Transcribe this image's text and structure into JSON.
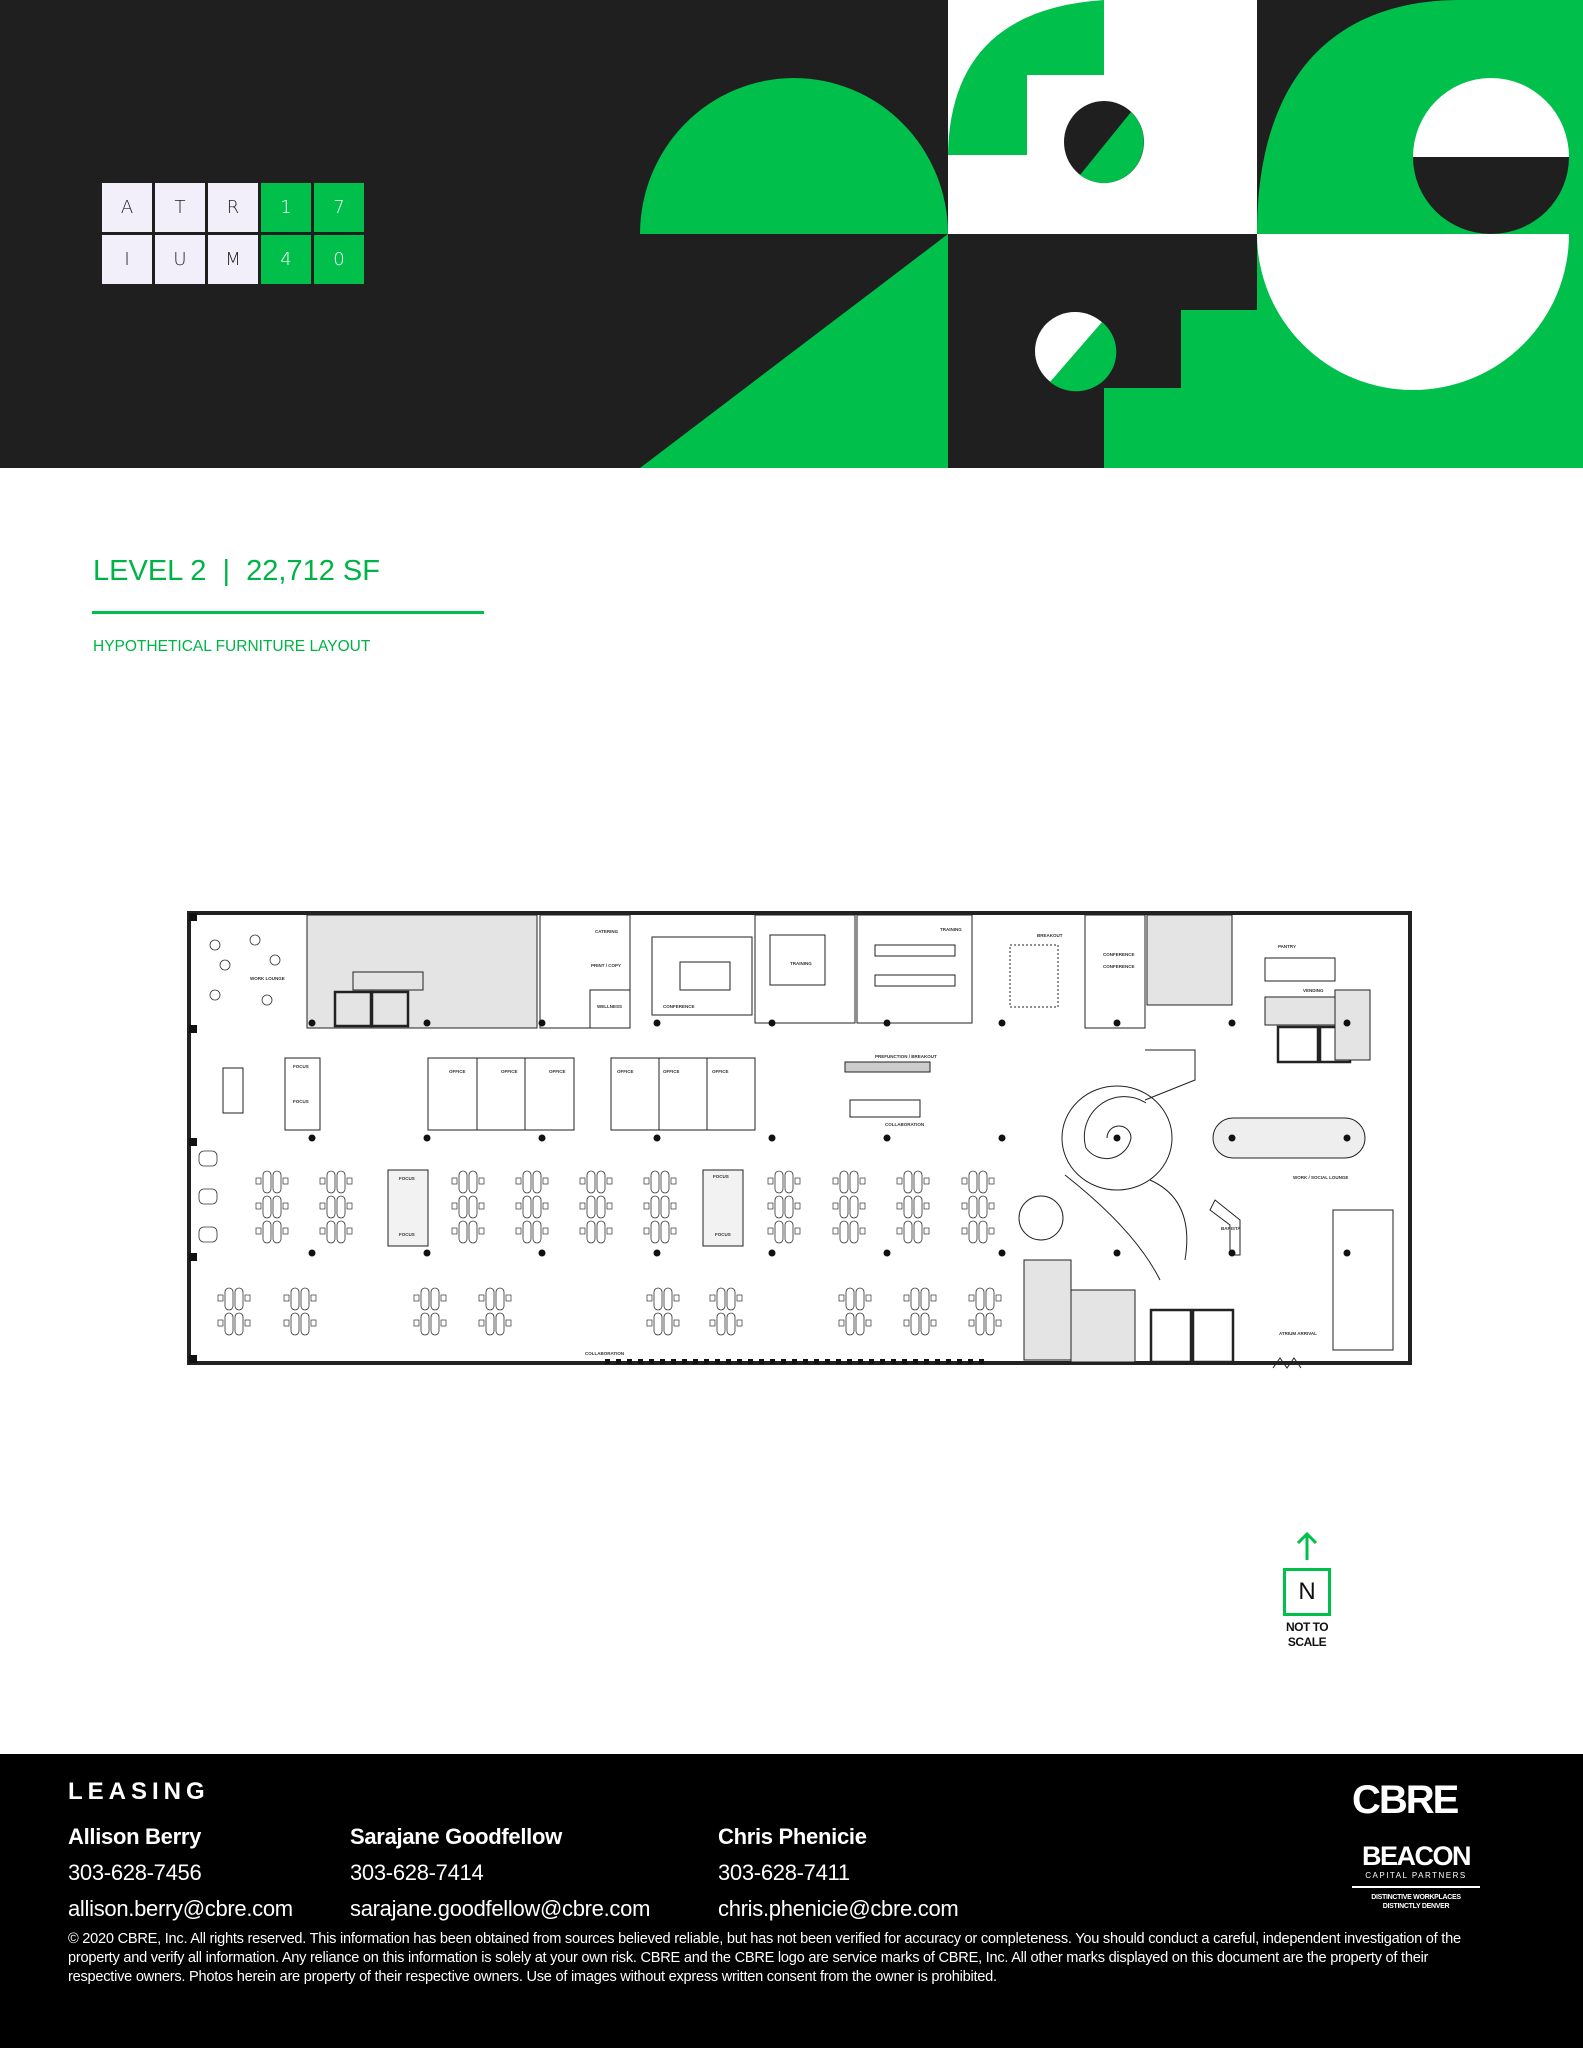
{
  "brand": {
    "logo_letters": [
      "A",
      "T",
      "R",
      "1",
      "7",
      "I",
      "U",
      "M",
      "4",
      "0"
    ],
    "colors": {
      "green": "#00c04b",
      "dark": "#1f1f1f",
      "white": "#ffffff"
    }
  },
  "heading": {
    "title": "LEVEL 2  |  22,712 SF",
    "subtitle": "HYPOTHETICAL FURNITURE LAYOUT"
  },
  "floorplan": {
    "labels": [
      "WORK LOUNGE",
      "CATERING",
      "PRINT / COPY",
      "WELLNESS",
      "CONFERENCE",
      "TRAINING",
      "TRAINING",
      "BREAKOUT",
      "CONFERENCE",
      "CONFERENCE",
      "PANTRY",
      "VENDING",
      "PREFUNCTION / BREAKOUT",
      "COLLABORATION",
      "WORK / SOCIAL LOUNGE",
      "BARISTA",
      "ATRIUM ARRIVAL",
      "COLLABORATION",
      "FOCUS",
      "FOCUS",
      "FOCUS",
      "FOCUS",
      "FOCUS",
      "FOCUS",
      "OFFICE",
      "OFFICE",
      "OFFICE",
      "OFFICE",
      "OFFICE",
      "OFFICE"
    ]
  },
  "north_arrow": {
    "letter": "N",
    "note_line1": "NOT TO",
    "note_line2": "SCALE",
    "icon": "arrow-up-icon"
  },
  "footer": {
    "heading": "LEASING",
    "contacts": [
      {
        "name": "Allison Berry",
        "phone": "303-628-7456",
        "email": "allison.berry@cbre.com"
      },
      {
        "name": "Sarajane Goodfellow",
        "phone": "303-628-7414",
        "email": "sarajane.goodfellow@cbre.com"
      },
      {
        "name": "Chris Phenicie",
        "phone": "303-628-7411",
        "email": "chris.phenicie@cbre.com"
      }
    ],
    "disclaimer": "© 2020 CBRE, Inc. All rights reserved. This information has been obtained from sources believed reliable, but has not been verified for accuracy or completeness. You should conduct a careful, independent investigation of the property and verify all information. Any reliance on this information is solely at your own risk. CBRE and the CBRE logo are service marks of CBRE, Inc. All other marks  displayed on this document are the property of their respective owners. Photos herein are property of their respective owners. Use of images without express written consent from the owner is prohibited.",
    "logos": {
      "cbre": "CBRE",
      "beacon": "BEACON",
      "beacon_sub": "CAPITAL PARTNERS",
      "tagline1": "DISTINCTIVE WORKPLACES",
      "tagline2": "DISTINCTLY DENVER"
    }
  }
}
